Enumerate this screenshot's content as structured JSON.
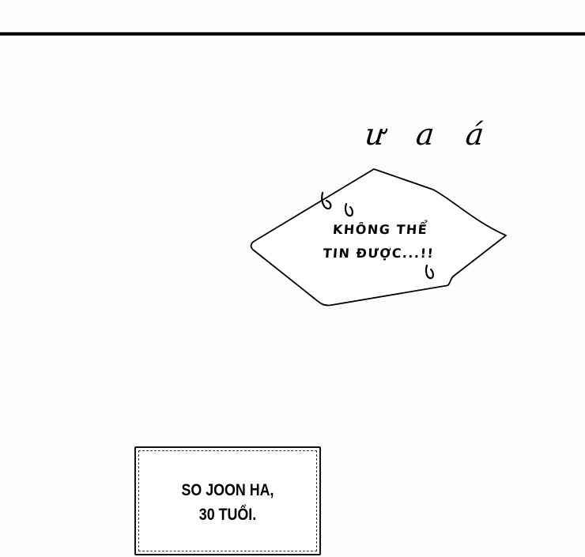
{
  "panel": {
    "border_color": "#000000",
    "background_color": "#fdfdfd"
  },
  "sound_effect": {
    "text": "ư a á"
  },
  "speech_bubble": {
    "lines": [
      "KHÔNG THỂ",
      "TIN ĐƯỢC...!!"
    ],
    "marks": [
      "shock-mark-icon",
      "shock-mark-icon",
      "shock-mark-icon"
    ]
  },
  "caption": {
    "lines": [
      "SO JOON HA,",
      "30 TUỔI."
    ]
  }
}
